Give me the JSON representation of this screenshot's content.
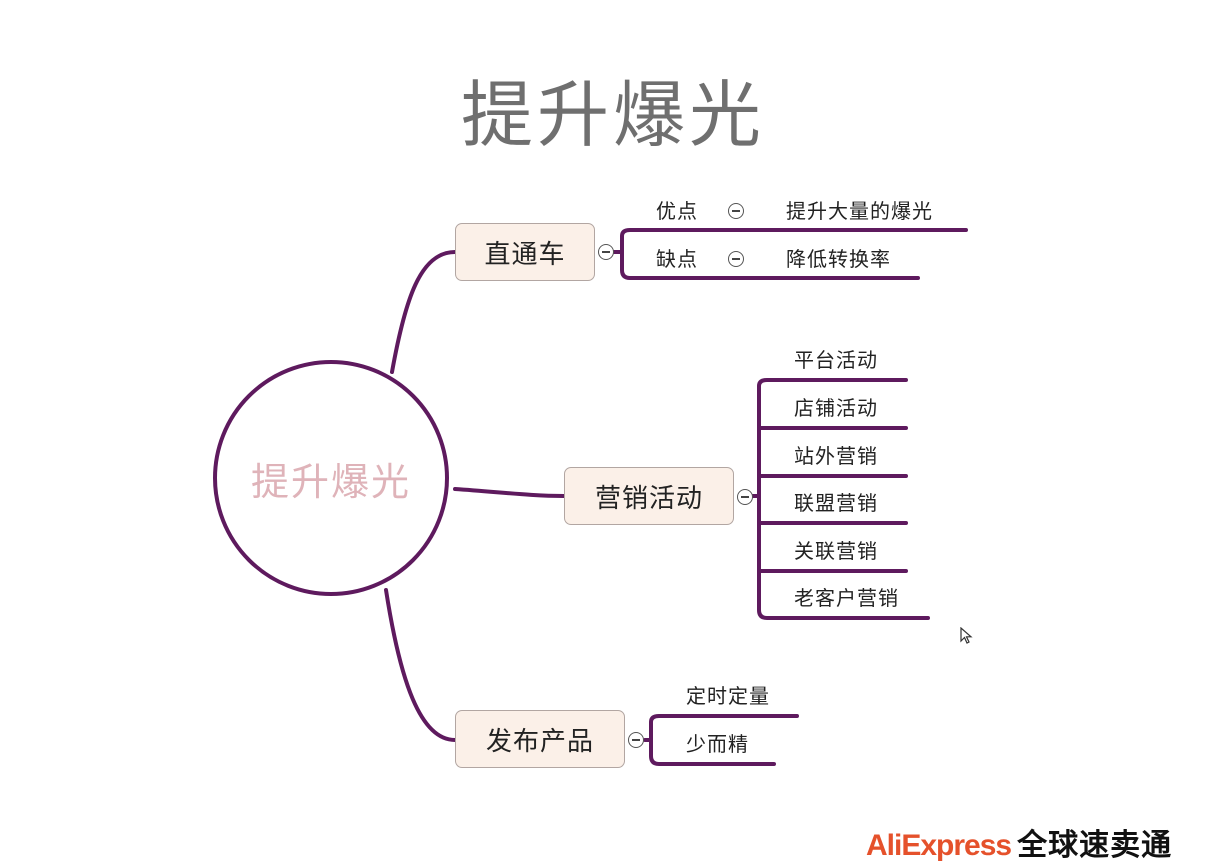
{
  "title": "提升爆光",
  "central": "提升爆光",
  "topics": [
    {
      "label": "直通车",
      "children": [
        {
          "label": "优点",
          "detail": "提升大量的爆光"
        },
        {
          "label": "缺点",
          "detail": "降低转换率"
        }
      ]
    },
    {
      "label": "营销活动",
      "children": [
        "平台活动",
        "店铺活动",
        "站外营销",
        "联盟营销",
        "关联营销",
        "老客户营销"
      ]
    },
    {
      "label": "发布产品",
      "children": [
        "定时定量",
        "少而精"
      ]
    }
  ],
  "logo": {
    "brand": "AliExpress",
    "text": "全球速卖通"
  },
  "colors": {
    "branch": "#5e1a5e",
    "topic_fill": "#fbf0e8",
    "central_text": "#dfb3b9",
    "title": "#6f6f6f"
  }
}
